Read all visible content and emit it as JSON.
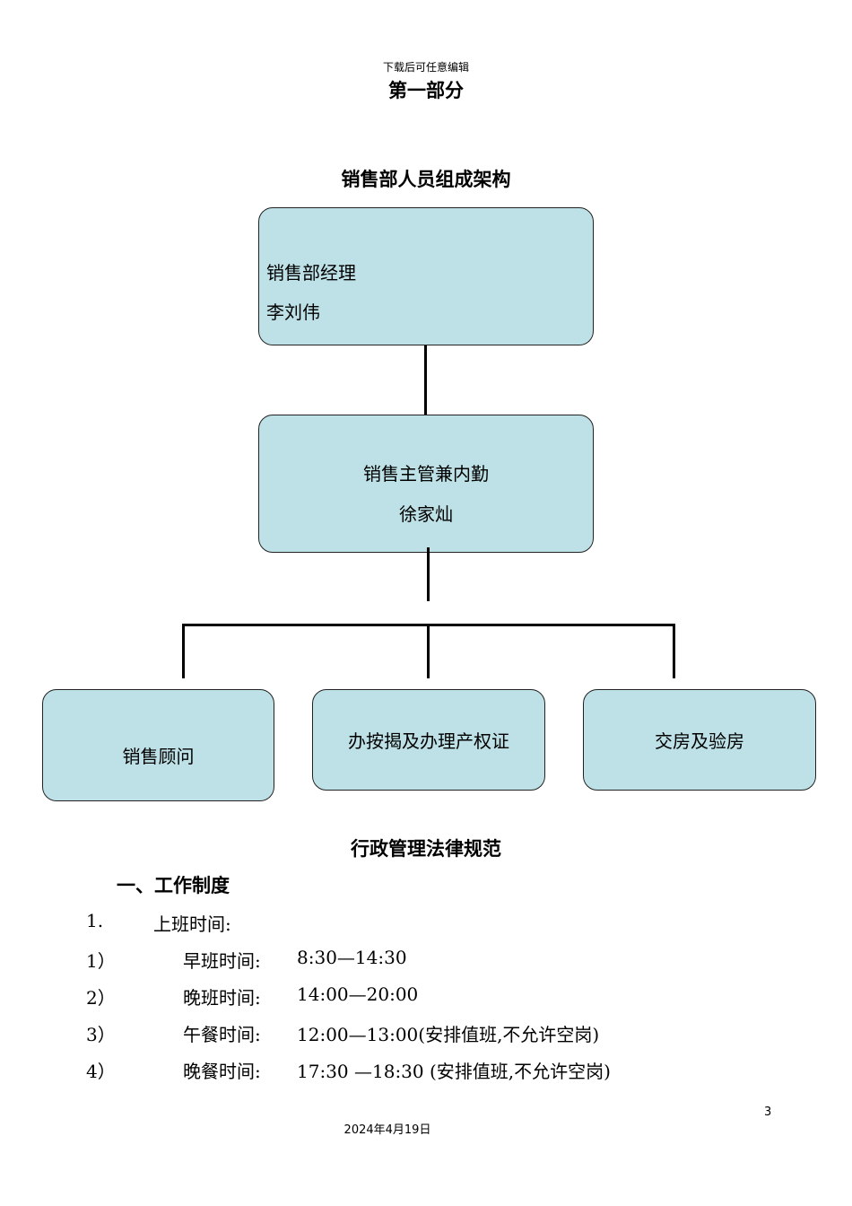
{
  "header": {
    "note": "下载后可任意编辑",
    "part_title": "第一部分",
    "org_chart_title": "销售部人员组成架构"
  },
  "org_chart": {
    "manager": {
      "role": "销售部经理",
      "name": "李刘伟"
    },
    "supervisor": {
      "role": "销售主管兼内勤",
      "name": "徐家灿"
    },
    "teams": [
      "销售顾问",
      "办按揭及办理产权证",
      "交房及验房"
    ],
    "box_fill_color": "#bde1e6"
  },
  "section": {
    "heading": "行政管理法律规范",
    "subheading": "一、工作制度",
    "item_number": "1.",
    "item_label": "上班时间:",
    "schedule": [
      {
        "num": "1）",
        "label": "早班时间:",
        "value": "8:30—14:30"
      },
      {
        "num": "2）",
        "label": "晚班时间:",
        "value": "14:00—20:00"
      },
      {
        "num": "3）",
        "label": "午餐时间:",
        "value": "12:00—13:00(安排值班,不允许空岗)"
      },
      {
        "num": "4）",
        "label": "晚餐时间:",
        "value": "17:30 —18:30 (安排值班,不允许空岗)"
      }
    ]
  },
  "footer": {
    "page_number": "3",
    "date": "2024年4月19日"
  }
}
